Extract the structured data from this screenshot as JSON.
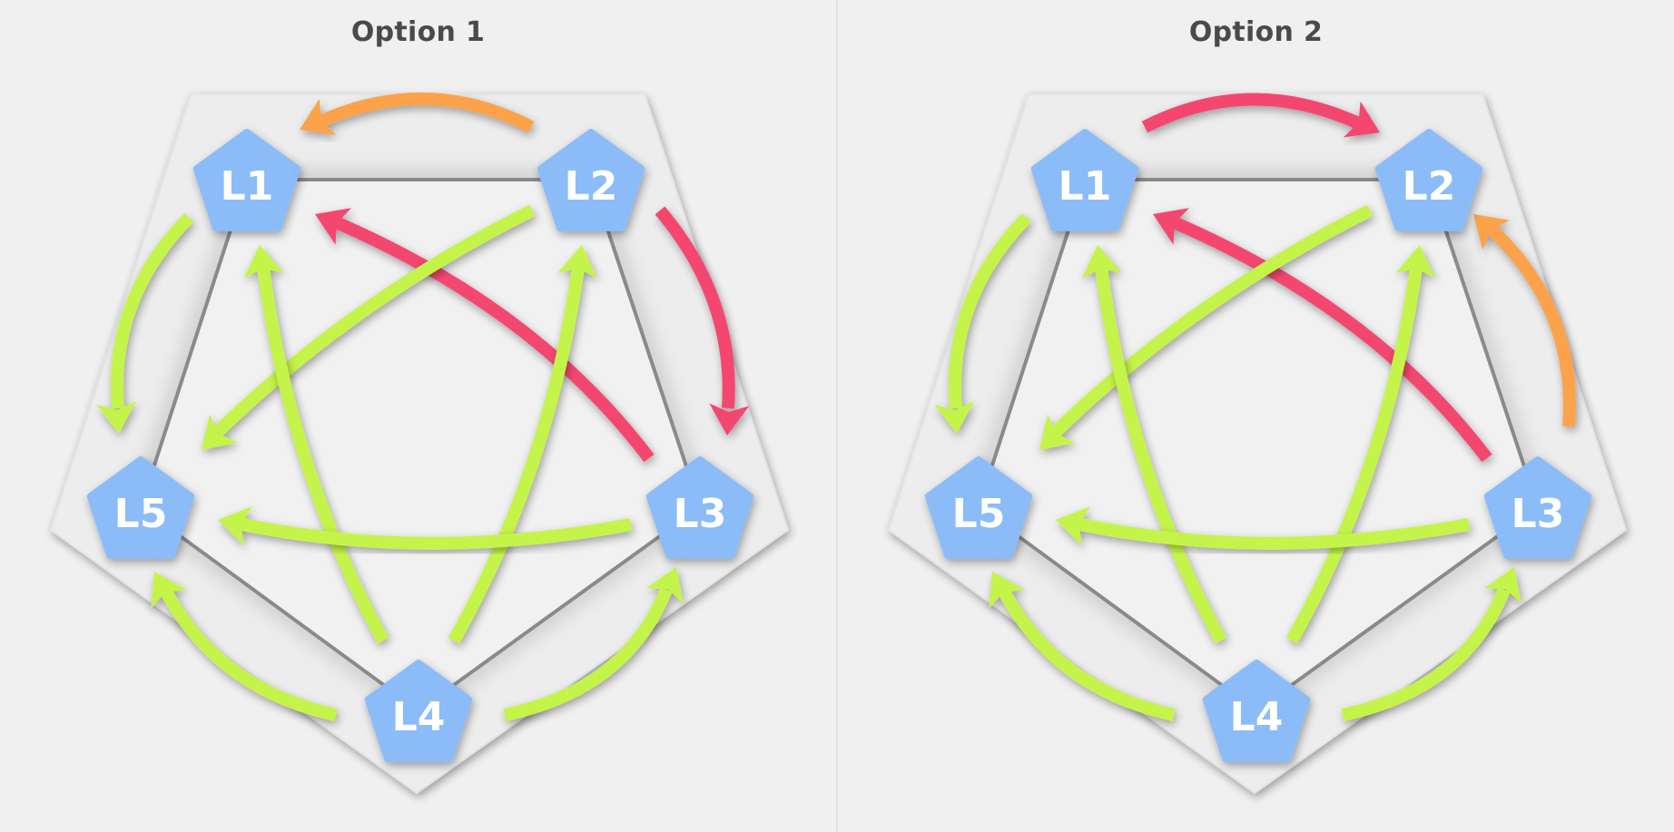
{
  "panels": [
    {
      "title": "Option 1",
      "nodes": [
        {
          "id": "L1",
          "label": "L1"
        },
        {
          "id": "L2",
          "label": "L2"
        },
        {
          "id": "L3",
          "label": "L3"
        },
        {
          "id": "L4",
          "label": "L4"
        },
        {
          "id": "L5",
          "label": "L5"
        }
      ],
      "edges": [
        {
          "from": "L2",
          "to": "L1",
          "color": "orange"
        },
        {
          "from": "L2",
          "to": "L3",
          "color": "red"
        },
        {
          "from": "L3",
          "to": "L1",
          "color": "red"
        },
        {
          "from": "L1",
          "to": "L5",
          "color": "green"
        },
        {
          "from": "L2",
          "to": "L5",
          "color": "green"
        },
        {
          "from": "L4",
          "to": "L1",
          "color": "green"
        },
        {
          "from": "L4",
          "to": "L2",
          "color": "green"
        },
        {
          "from": "L3",
          "to": "L5",
          "color": "green"
        },
        {
          "from": "L4",
          "to": "L5",
          "color": "green"
        },
        {
          "from": "L4",
          "to": "L3",
          "color": "green"
        }
      ]
    },
    {
      "title": "Option 2",
      "nodes": [
        {
          "id": "L1",
          "label": "L1"
        },
        {
          "id": "L2",
          "label": "L2"
        },
        {
          "id": "L3",
          "label": "L3"
        },
        {
          "id": "L4",
          "label": "L4"
        },
        {
          "id": "L5",
          "label": "L5"
        }
      ],
      "edges": [
        {
          "from": "L1",
          "to": "L2",
          "color": "red"
        },
        {
          "from": "L3",
          "to": "L2",
          "color": "orange"
        },
        {
          "from": "L3",
          "to": "L1",
          "color": "red"
        },
        {
          "from": "L1",
          "to": "L5",
          "color": "green"
        },
        {
          "from": "L2",
          "to": "L5",
          "color": "green"
        },
        {
          "from": "L4",
          "to": "L1",
          "color": "green"
        },
        {
          "from": "L4",
          "to": "L2",
          "color": "green"
        },
        {
          "from": "L3",
          "to": "L5",
          "color": "green"
        },
        {
          "from": "L4",
          "to": "L5",
          "color": "green"
        },
        {
          "from": "L4",
          "to": "L3",
          "color": "green"
        }
      ]
    }
  ],
  "colors": {
    "node_fill": "#8bbcf7",
    "green": "#c4f44a",
    "red": "#f4466f",
    "orange": "#fba24c",
    "inner_pentagon_edge": "#8a8a8a",
    "background": "#f0f0f0"
  }
}
